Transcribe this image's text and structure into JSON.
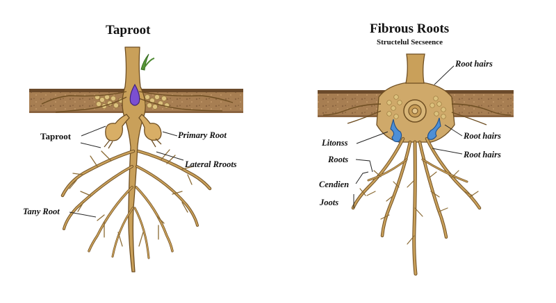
{
  "taproot_panel": {
    "title": "Taproot",
    "labels": {
      "taproot": "Taproot",
      "primary_root": "Primary Root",
      "lateral_roots": "Lateral Rroots",
      "tany_root": "Tany Root"
    }
  },
  "fibrous_panel": {
    "title": "Fibrous Roots",
    "subtitle": "Structelul Secseence",
    "labels": {
      "root_hairs_top": "Root hairs",
      "root_hairs_mid": "Root hairs",
      "root_hairs_low": "Root hairs",
      "litonss": "Litonss",
      "roots": "Roots",
      "cendien": "Cendien",
      "joots": "Joots"
    }
  },
  "colors": {
    "root_fill": "#c9a05a",
    "root_stroke": "#6e4e22",
    "soil": "#a77e52",
    "soil_dark": "#6b4a2a",
    "grain": "#dcc27e",
    "bulb": "#7b4fd1",
    "hair_blue": "#4d8fd6",
    "leaf": "#5a9a3a"
  }
}
